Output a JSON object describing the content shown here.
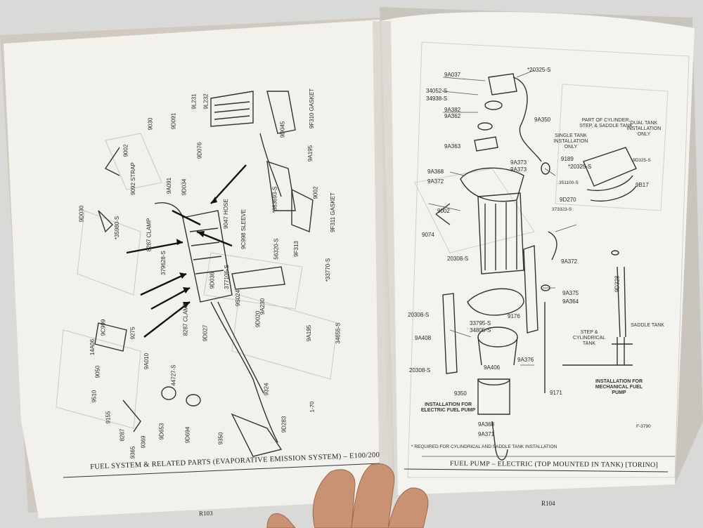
{
  "left_page": {
    "footer_title": "FUEL SYSTEM & RELATED PARTS (EVAPORATIVE EMISSION SYSTEM) – E100/200",
    "page_number": "R103",
    "figure_code": "1-70",
    "part_labels": [
      "9030",
      "9002",
      "9092 STRAP",
      "9D030",
      "9D091",
      "9D076",
      "9A195",
      "9A091",
      "9D034",
      "9L231",
      "9L232",
      "*35980-S",
      "9047 HOSE",
      "9C998 SLEEVE",
      "8287 CLAMP",
      "379628-S",
      "9002",
      "9F311 GASKET",
      "9F310 GASKET",
      "*383693-S",
      "9D045",
      "56320-S",
      "9A195",
      "9A230",
      "9S024",
      "9F313",
      "9D020",
      "9D027",
      "9D036",
      "377106-S",
      "8287 CLAMP",
      "9275",
      "9C999",
      "14A06",
      "9050",
      "*33770-S",
      "34655-S",
      "9510",
      "9155",
      "8287",
      "9365",
      "9369",
      "9A010",
      "9D653",
      "9D694",
      "44727-S",
      "9350",
      "9324",
      "9D283"
    ]
  },
  "right_page": {
    "footer_title": "FUEL PUMP – ELECTRIC (TOP MOUNTED IN TANK) [TORINO]",
    "page_number": "R104",
    "footnote": "* REQUIRED FOR CYLINDRICAL AND SADDLE TANK INSTALLATION",
    "figure_code": "F-3790",
    "notes": {
      "single_tank": "SINGLE TANK INSTALLATION ONLY",
      "cylinder": "PART OF CYLINDER, STEP, & SADDLE TANK",
      "dual_tank": "DUAL TANK INSTALLATION ONLY",
      "electric_pump": "INSTALLATION FOR ELECTRIC FUEL PUMP",
      "mechanical_pump": "INSTALLATION FOR MECHANICAL FUEL PUMP",
      "step_tank": "STEP & CYLINDRICAL TANK",
      "saddle_tank": "SADDLE TANK"
    },
    "part_labels": [
      "9A037",
      "*20325-S",
      "34052-S",
      "34938-S",
      "9A382",
      "9A362",
      "9A363",
      "9A350",
      "9A368",
      "9A372",
      "9A373",
      "9A373",
      "9189",
      "*20325-S",
      "9002",
      "9074",
      "20308-S",
      "9A372",
      "9A375",
      "9A364",
      "9176",
      "20308-S",
      "9A408",
      "33795-S",
      "34805-S",
      "9A406",
      "20308-S",
      "9350",
      "9A376",
      "9171",
      "9A368",
      "9A371",
      "351100-S",
      "373323-S",
      "9B17",
      "9D270",
      "9D325-S",
      "9D328"
    ]
  }
}
